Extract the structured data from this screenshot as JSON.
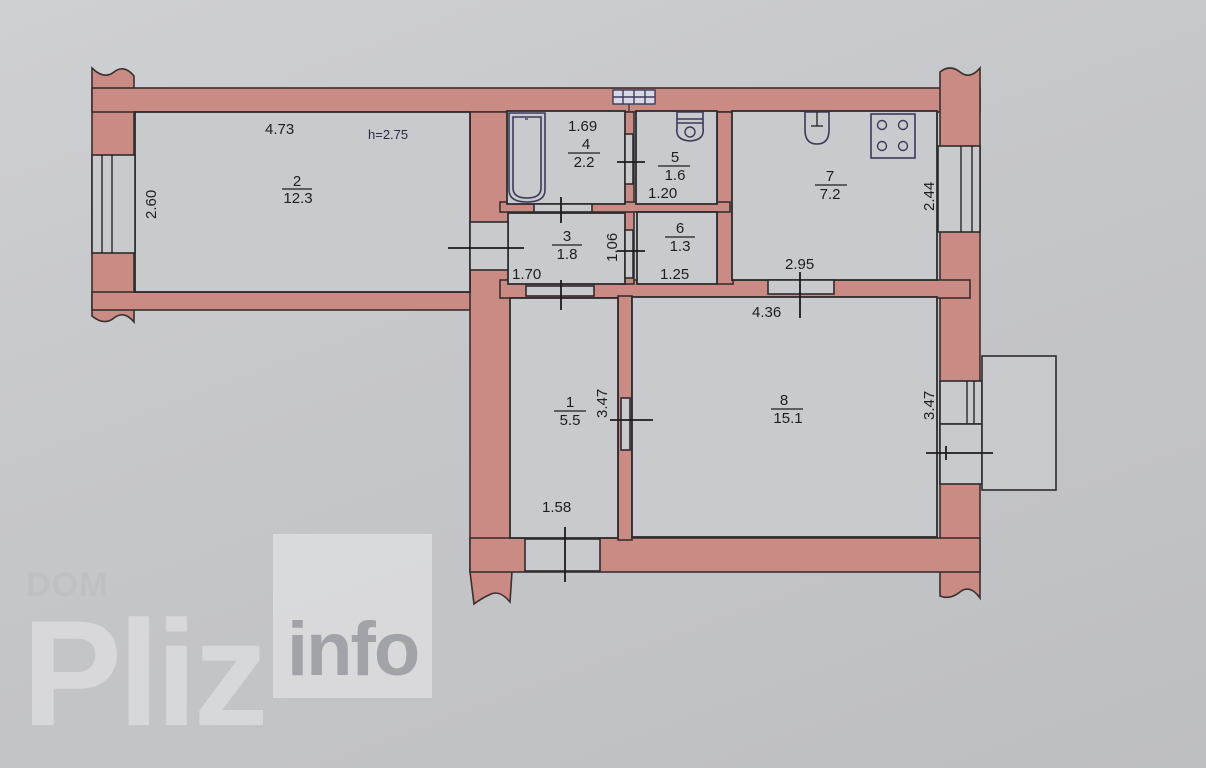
{
  "plan": {
    "ceiling_height": "h=2.75",
    "colors": {
      "wall": "#c98b84",
      "room_fill": "#c9cacd",
      "background": "#c7c8cc",
      "line": "#1d1b1f"
    },
    "rooms": [
      {
        "number": "1",
        "area": "5.5",
        "dims": [
          "3.47",
          "1.58"
        ]
      },
      {
        "number": "2",
        "area": "12.3",
        "dims": [
          "4.73",
          "2.60"
        ]
      },
      {
        "number": "3",
        "area": "1.8",
        "dims": [
          "1.70",
          "1.06"
        ]
      },
      {
        "number": "4",
        "area": "2.2",
        "dims": [
          "1.69"
        ]
      },
      {
        "number": "5",
        "area": "1.6",
        "dims": [
          "1.20"
        ]
      },
      {
        "number": "6",
        "area": "1.3",
        "dims": [
          "1.25"
        ]
      },
      {
        "number": "7",
        "area": "7.2",
        "dims": [
          "2.95",
          "2.44"
        ]
      },
      {
        "number": "8",
        "area": "15.1",
        "dims": [
          "4.36",
          "3.47"
        ]
      }
    ],
    "fixtures": [
      "bathtub-icon",
      "toilet-icon",
      "sink-icon",
      "stove-icon",
      "vent-grille-icon"
    ]
  },
  "watermark": {
    "dom": "DOM",
    "pliz": "Pliz",
    "info": "info"
  }
}
